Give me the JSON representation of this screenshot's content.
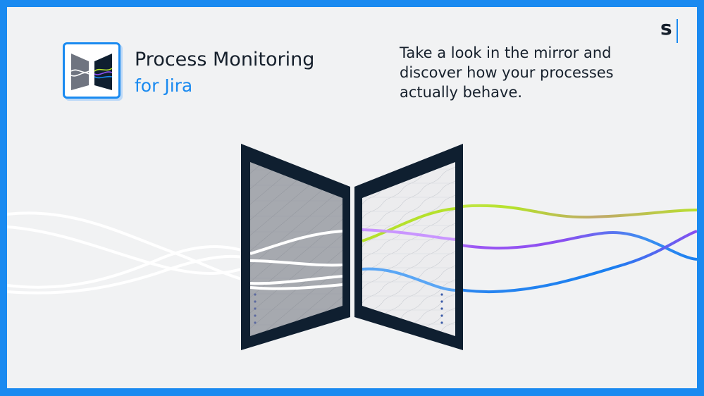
{
  "header": {
    "title": "Process Monitoring",
    "subtitle": "for Jira"
  },
  "tagline": {
    "line1": "Take a look in the mirror and",
    "line2": "discover how your processes",
    "line3": "actually behave."
  },
  "brand": {
    "mark": "s"
  },
  "colors": {
    "background": "#f1f2f3",
    "border_blue": "#1a8af0",
    "mirror_frame": "#0f1f30",
    "wave_green": "#b8e22b",
    "wave_purple": "#8a4ff0",
    "wave_blue": "#1a7ff0",
    "text_dark": "#16202c"
  },
  "icons": {
    "logo": "mirror-logo-icon",
    "brand": "brand-s-icon"
  }
}
